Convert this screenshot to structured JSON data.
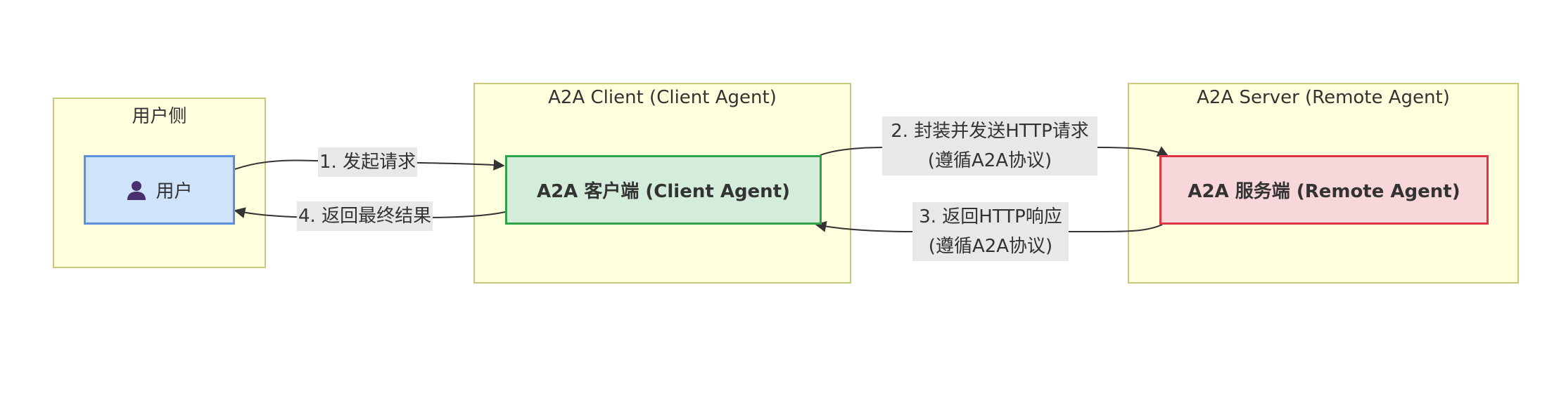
{
  "clusters": {
    "user_side": {
      "title": "用户侧"
    },
    "client": {
      "title": "A2A Client (Client Agent)"
    },
    "server": {
      "title": "A2A Server (Remote Agent)"
    }
  },
  "nodes": {
    "user": {
      "label": "用户",
      "icon": "user-icon"
    },
    "client": {
      "label": "A2A 客户端 (Client Agent)"
    },
    "server": {
      "label": "A2A 服务端 (Remote Agent)"
    }
  },
  "edges": {
    "e1": {
      "label": "1. 发起请求"
    },
    "e2": {
      "line1": "2. 封装并发送HTTP请求",
      "line2": "(遵循A2A协议)"
    },
    "e3": {
      "line1": "3. 返回HTTP响应",
      "line2": "(遵循A2A协议)"
    },
    "e4": {
      "label": "4. 返回最终结果"
    }
  },
  "colors": {
    "cluster_fill": "#ffffde",
    "cluster_border": "#c8c87a",
    "user_fill": "#cfe3fb",
    "user_border": "#5b8fe0",
    "client_fill": "#d4edda",
    "client_border": "#2fa34a",
    "server_fill": "#f8d7da",
    "server_border": "#dc3545",
    "edge_label_bg": "#e8e8e8"
  }
}
